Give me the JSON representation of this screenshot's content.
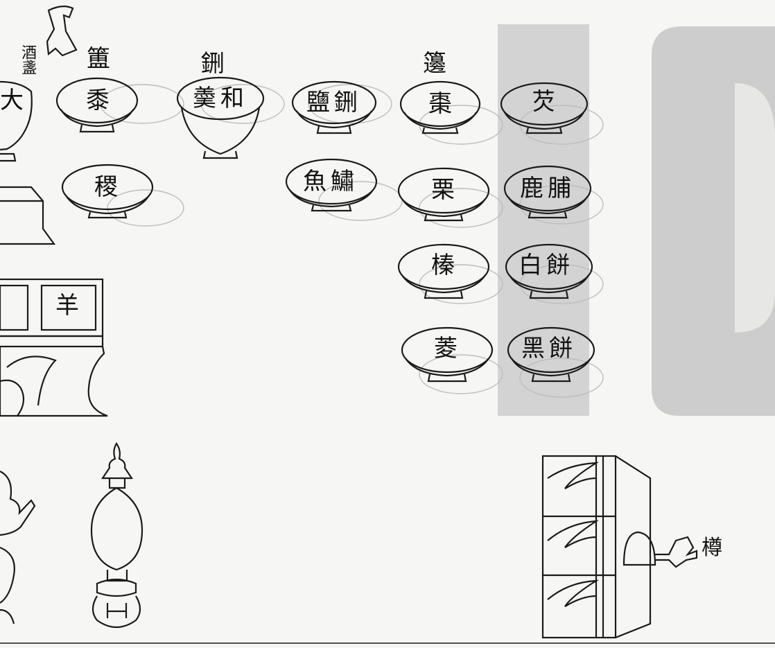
{
  "document": {
    "column_labels": {
      "col1": "簠",
      "col2": "鉶",
      "col3": "籩",
      "wine_cup": "酒盞"
    },
    "bowls": {
      "r1": [
        "大",
        "黍",
        "羮和",
        "鹽鉶",
        "棗",
        "芡"
      ],
      "r2": [
        "稷",
        "魚鱐",
        "栗",
        "鹿脯"
      ],
      "r3": [
        "榛",
        "白餅"
      ],
      "r4": [
        "菱",
        "黑餅"
      ]
    },
    "stand_label": "羊",
    "right_label": "樽"
  }
}
